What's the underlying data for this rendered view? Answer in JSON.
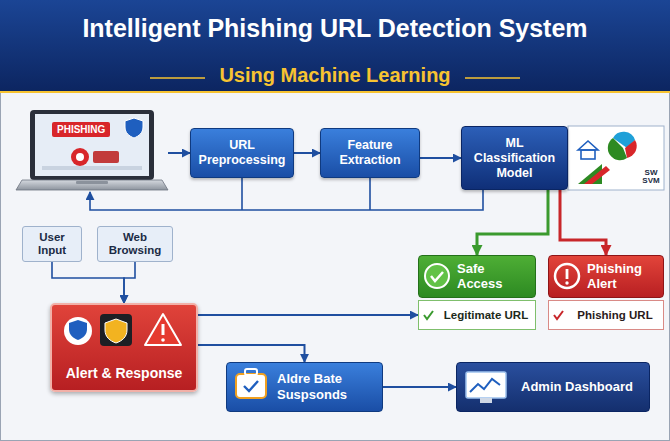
{
  "diagram": {
    "title": "Intelligent Phishing URL Detection System",
    "nodes": [
      {
        "text": [
          "PHISHING"
        ]
      },
      {
        "text": [
          "URL Preprocessing"
        ]
      },
      {
        "text": [
          "Feature Extraction"
        ]
      },
      {
        "text": [
          "ML Classification Model"
        ]
      },
      {
        "text": [
          "User Input"
        ]
      },
      {
        "text": [
          "Web Browsing"
        ]
      },
      {
        "text": [
          "Alert & Response"
        ]
      },
      {
        "text": [
          "Safe Access"
        ]
      },
      {
        "text": [
          "Legitimate URL"
        ]
      },
      {
        "text": [
          "Phishing Alert"
        ]
      },
      {
        "text": [
          "Phishing URL"
        ]
      },
      {
        "text": [
          "Aldre Bate Suspsonds"
        ]
      },
      {
        "text": [
          "Admin Dashboard"
        ]
      }
    ],
    "edges": [
      {
        "from": 0,
        "to": 1,
        "arrow": "to"
      },
      {
        "from": 1,
        "to": 2,
        "arrow": "to"
      },
      {
        "from": 2,
        "to": 3,
        "arrow": "to"
      },
      {
        "from": 3,
        "to": 0,
        "arrow": "to"
      },
      {
        "from": 4,
        "to": 6,
        "arrow": "to"
      },
      {
        "from": 5,
        "to": 6,
        "arrow": "to"
      },
      {
        "from": 3,
        "to": 7,
        "arrow": "to"
      },
      {
        "from": 3,
        "to": 9,
        "arrow": "to"
      },
      {
        "from": 6,
        "to": 8,
        "arrow": "to"
      },
      {
        "from": 6,
        "to": 11,
        "arrow": "to"
      },
      {
        "from": 11,
        "to": 12,
        "arrow": "to"
      }
    ],
    "labels": [
      "Using Machine Learning",
      "SW SVM"
    ]
  }
}
